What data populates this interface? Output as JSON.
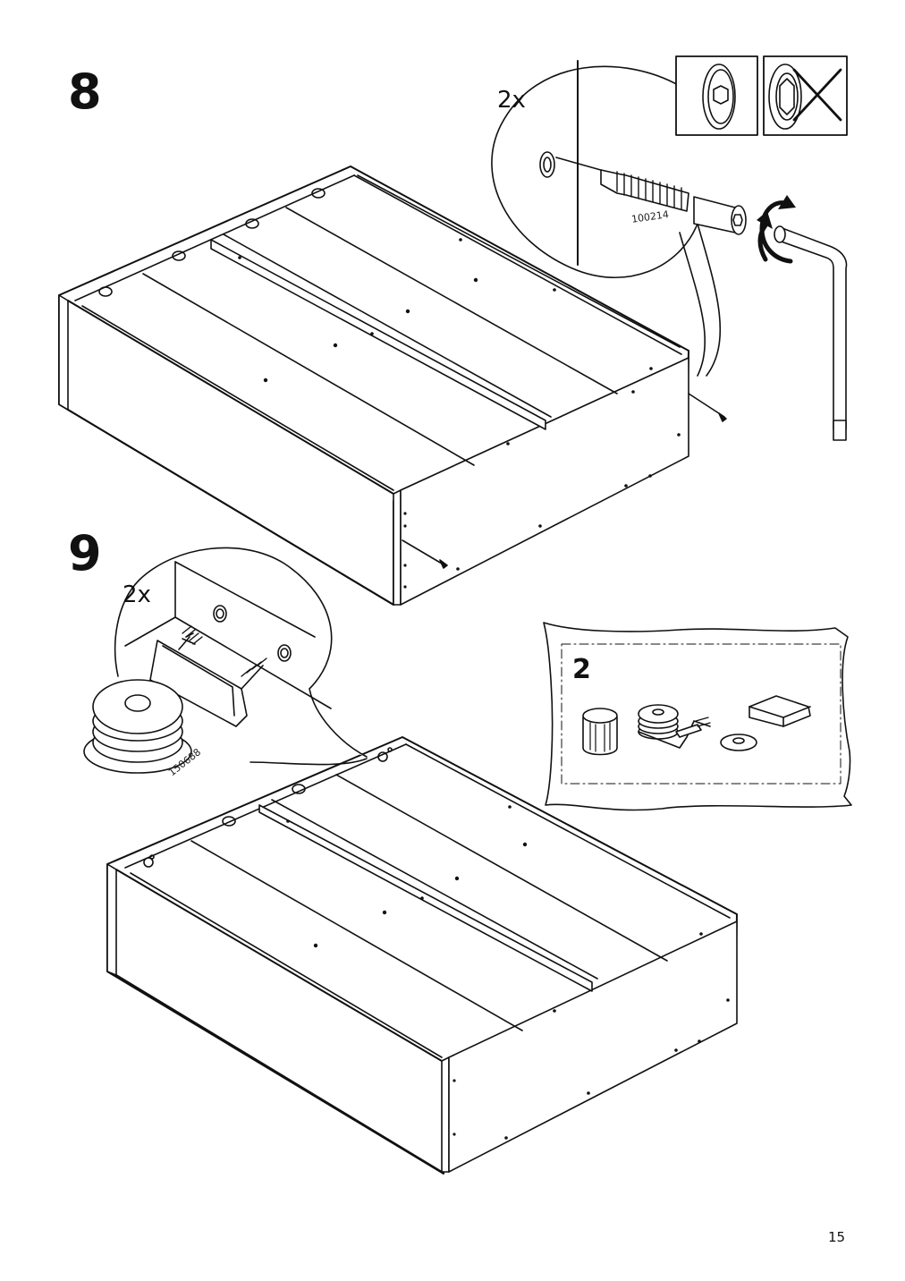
{
  "page": {
    "number": "15"
  },
  "step8": {
    "number": "8",
    "quantity": "2x",
    "part_number": "100214",
    "icons": [
      "screw-head-hex-icon",
      "plastic-plug-crossed-icon",
      "allen-key-icon",
      "rotate-arrow-icon"
    ]
  },
  "step9": {
    "number": "9",
    "quantity": "2x",
    "part_number": "150688",
    "parts_bag": {
      "count": "2",
      "icons": [
        "adjustable-foot-icon",
        "foot-bracket-icon",
        "washer-icon",
        "felt-pad-icon"
      ]
    }
  }
}
